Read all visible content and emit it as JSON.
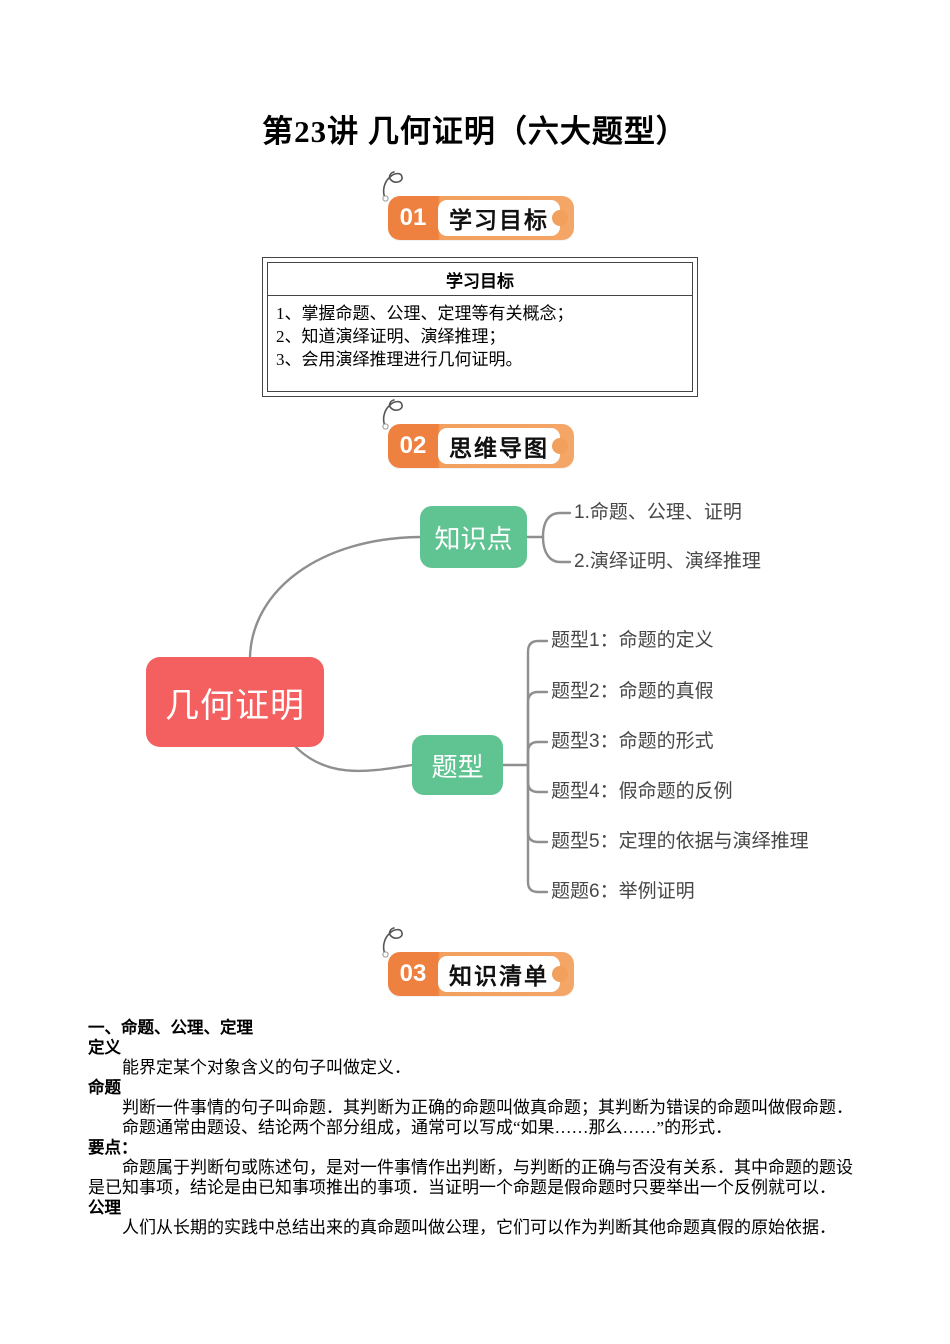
{
  "doc": {
    "title": "第23讲 几何证明（六大题型）"
  },
  "sections": [
    {
      "num": "01",
      "label": "学习目标"
    },
    {
      "num": "02",
      "label": "思维导图"
    },
    {
      "num": "03",
      "label": "知识清单"
    }
  ],
  "objectives_table": {
    "header": "学习目标",
    "items": [
      "1、掌握命题、公理、定理等有关概念；",
      "2、知道演绎证明、演绎推理；",
      "3、会用演绎推理进行几何证明。"
    ]
  },
  "mindmap": {
    "root": "几何证明",
    "branches": [
      {
        "label": "知识点",
        "children": [
          "1.命题、公理、证明",
          "2.演绎证明、演绎推理"
        ]
      },
      {
        "label": "题型",
        "children": [
          "题型1：命题的定义",
          "题型2：命题的真假",
          "题型3：命题的形式",
          "题型4：假命题的反例",
          "题型5：定理的依据与演绎推理",
          "题题6：举例证明"
        ]
      }
    ],
    "colors": {
      "root": "#F45F5F",
      "branch": "#60C392",
      "line": "#8F8F8F",
      "badge_orange": "#F2A05E",
      "badge_num_orange": "#EE8140"
    }
  },
  "knowledge": {
    "section_title": "一、命题、公理、定理",
    "def_head": "定义",
    "def_text": "能界定某个对象含义的句子叫做定义．",
    "prop_head": "命题",
    "prop_text1": "判断一件事情的句子叫命题．其判断为正确的命题叫做真命题；其判断为错误的命题叫做假命题．",
    "prop_text2": "命题通常由题设、结论两个部分组成，通常可以写成“如果……那么……”的形式．",
    "key_head": "要点：",
    "key_text": "命题属于判断句或陈述句，是对一件事情作出判断，与判断的正确与否没有关系．其中命题的题设是已知事项，结论是由已知事项推出的事项．当证明一个命题是假命题时只要举出一个反例就可以．",
    "axiom_head": "公理",
    "axiom_text": "人们从长期的实践中总结出来的真命题叫做公理，它们可以作为判断其他命题真假的原始依据．"
  }
}
